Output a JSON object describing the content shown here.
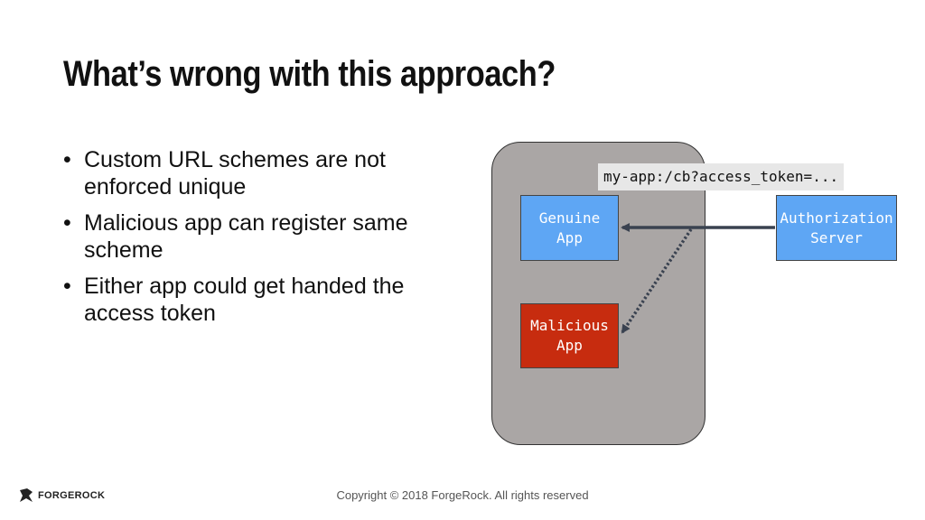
{
  "slide": {
    "title": "What’s wrong with this approach?",
    "bullets": [
      "Custom URL schemes are not enforced unique",
      "Malicious app can register same scheme",
      "Either app could get handed the access token"
    ]
  },
  "diagram": {
    "genuine_app": "Genuine\nApp",
    "malicious_app": "Malicious\nApp",
    "authorization_server": "Authorization\nServer",
    "redirect_url": "my-app:/cb?access_token=..."
  },
  "footer": {
    "copyright": "Copyright © 2018 ForgeRock. All rights reserved",
    "logo_text": "FORGEROCK",
    "logo_icon": "forgerock-logo-icon"
  },
  "colors": {
    "genuine": "#5ea6f4",
    "malicious": "#c72c0f",
    "phone": "#aaa6a5",
    "arrow": "#3a4250"
  }
}
